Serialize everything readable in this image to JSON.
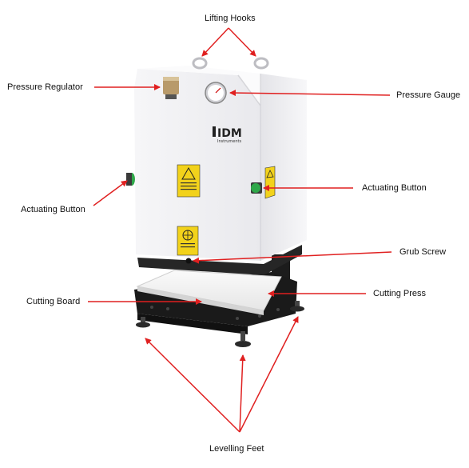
{
  "labels": {
    "lifting_hooks": "Lifting Hooks",
    "pressure_regulator": "Pressure Regulator",
    "pressure_gauge": "Pressure Gauge",
    "actuating_button_left": "Actuating Button",
    "actuating_button_right": "Actuating Button",
    "grub_screw": "Grub Screw",
    "cutting_board": "Cutting Board",
    "cutting_press": "Cutting Press",
    "levelling_feet": "Levelling Feet"
  },
  "logo": {
    "brand": "IDM",
    "sub": "Instruments"
  },
  "colors": {
    "arrow": "#e02020",
    "cabinet": "#f2f2f4",
    "frame": "#1c1c1c",
    "button_green": "#2fa84a",
    "warning_yellow": "#f2d21b"
  }
}
